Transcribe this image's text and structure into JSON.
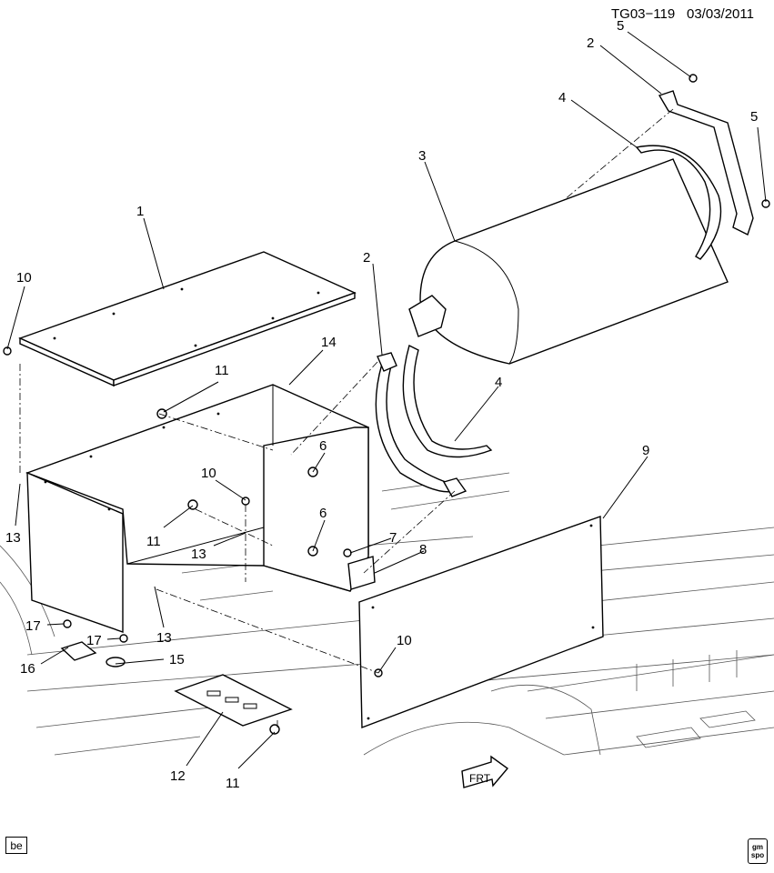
{
  "header": {
    "code": "TG03−119",
    "date": "03/03/2011"
  },
  "callouts": {
    "c1": "1",
    "c2a": "2",
    "c2b": "2",
    "c3": "3",
    "c4a": "4",
    "c4b": "4",
    "c5a": "5",
    "c5b": "5",
    "c6a": "6",
    "c6b": "6",
    "c7": "7",
    "c8": "8",
    "c9": "9",
    "c10a": "10",
    "c10b": "10",
    "c10c": "10",
    "c11a": "11",
    "c11b": "11",
    "c11c": "11",
    "c12": "12",
    "c13a": "13",
    "c13b": "13",
    "c13c": "13",
    "c14": "14",
    "c15": "15",
    "c16": "16",
    "c17a": "17",
    "c17b": "17"
  },
  "badge": "be",
  "frt_label": "FRT",
  "logo": {
    "line1": "gm",
    "line2": "spo"
  }
}
